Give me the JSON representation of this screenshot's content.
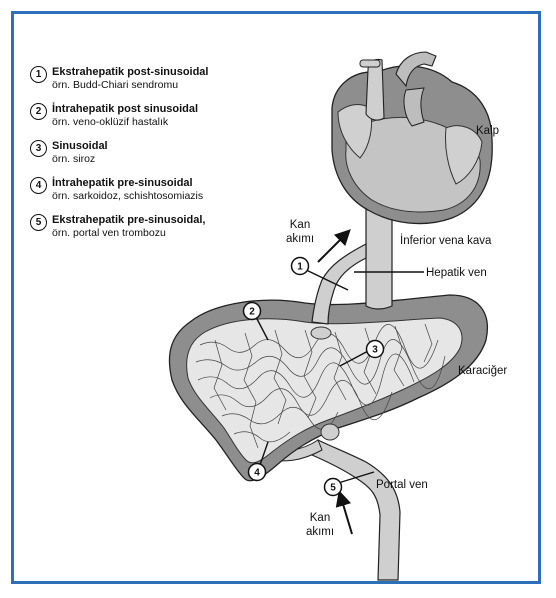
{
  "legend": [
    {
      "num": "1",
      "title": "Ekstrahepatik post-sinusoidal",
      "sub": "örn. Budd-Chiari sendromu"
    },
    {
      "num": "2",
      "title": "İntrahepatik post sinusoidal",
      "sub": "örn. veno-oklüzif hastalık"
    },
    {
      "num": "3",
      "title": "Sinusoidal",
      "sub": "örn. siroz"
    },
    {
      "num": "4",
      "title": "İntrahepatik pre-sinusoidal",
      "sub": "örn. sarkoidoz, schishtosomiazis"
    },
    {
      "num": "5",
      "title": "Ekstrahepatik pre-sinusoidal,",
      "sub": "örn. portal ven trombozu"
    }
  ],
  "labels": {
    "heart": "Kalp",
    "ivc": "İnferior vena kava",
    "hepatic_vein": "Hepatik ven",
    "liver": "Karaciğer",
    "portal_vein": "Portal ven",
    "flow_top_1": "Kan",
    "flow_top_2": "akımı",
    "flow_bottom_1": "Kan",
    "flow_bottom_2": "akımı"
  },
  "markers": [
    "1",
    "2",
    "3",
    "4",
    "5"
  ],
  "colors": {
    "frame": "#2d6fb8",
    "tissue": "#8e8e8e",
    "vessel": "#cfcfcf",
    "sinusoid": "#e6e6e6"
  }
}
